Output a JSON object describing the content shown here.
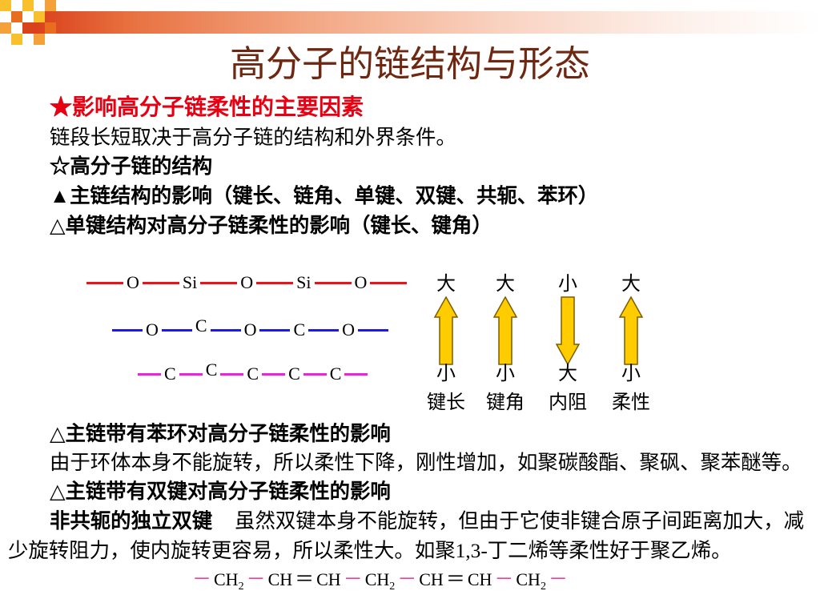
{
  "colors": {
    "title": "#6e2811",
    "heading": "#e60012",
    "arrow_fill": "#ffcc00",
    "arrow_stroke": "#7a5c00"
  },
  "title": "高分子的链结构与形态",
  "heading": "★影响高分子链柔性的主要因素",
  "intro": "链段长短取决于高分子链的结构和外界条件。",
  "structure": "☆高分子链的结构",
  "main_chain": "▲主链结构的影响（键长、链角、单键、双键、共轭、苯环）",
  "single_bond": "△单键结构对高分子链柔性的影响（键长、键角）",
  "chains": [
    {
      "color": "#e8141c",
      "atoms": [
        "O",
        "Si",
        "O",
        "Si",
        "O"
      ]
    },
    {
      "color": "#1a1aee",
      "atoms": [
        "O",
        "C",
        "O",
        "C",
        "O"
      ]
    },
    {
      "color": "#ee22dd",
      "atoms": [
        "C",
        "C",
        "C",
        "C",
        "C"
      ]
    }
  ],
  "trends": [
    {
      "top": "大",
      "bottom": "小",
      "arrow_icon": "arrow-up-icon",
      "label": "键长"
    },
    {
      "top": "大",
      "bottom": "小",
      "arrow_icon": "arrow-up-icon",
      "label": "键角"
    },
    {
      "top": "小",
      "bottom": "大",
      "arrow_icon": "arrow-down-icon",
      "label": "内阻"
    },
    {
      "top": "大",
      "bottom": "小",
      "arrow_icon": "arrow-up-icon",
      "label": "柔性"
    }
  ],
  "benzene": "△主链带有苯环对高分子链柔性的影响",
  "benzene_text": "由于环体本身不能旋转，所以柔性下降，刚性增加，如聚碳酸酯、聚砜、聚苯醚等。",
  "double_bond": "△主链带有双键对高分子链柔性的影响",
  "nonconj_label": "非共轭的独立双键",
  "nonconj_text_1": "虽然双键本身不能旋转，但由于它使非键合原子间距离加大，减",
  "nonconj_text_2": "少旋转阻力，使内旋转更容易，所以柔性大。如聚1,3-丁二烯等柔性好于聚乙烯。",
  "formula": [
    {
      "text": "－",
      "color": "#f0409a"
    },
    {
      "text": "CH",
      "sub": "2"
    },
    {
      "text": "－",
      "color": "#f0409a"
    },
    {
      "text": "CH"
    },
    {
      "text": "＝",
      "color": "#000000"
    },
    {
      "text": "CH"
    },
    {
      "text": "－",
      "color": "#f0409a"
    },
    {
      "text": "CH",
      "sub": "2"
    },
    {
      "text": "－",
      "color": "#f0409a"
    },
    {
      "text": "CH"
    },
    {
      "text": "＝",
      "color": "#000000"
    },
    {
      "text": "CH"
    },
    {
      "text": "－",
      "color": "#f0409a"
    },
    {
      "text": "CH",
      "sub": "2"
    },
    {
      "text": "－",
      "color": "#f0409a"
    }
  ]
}
